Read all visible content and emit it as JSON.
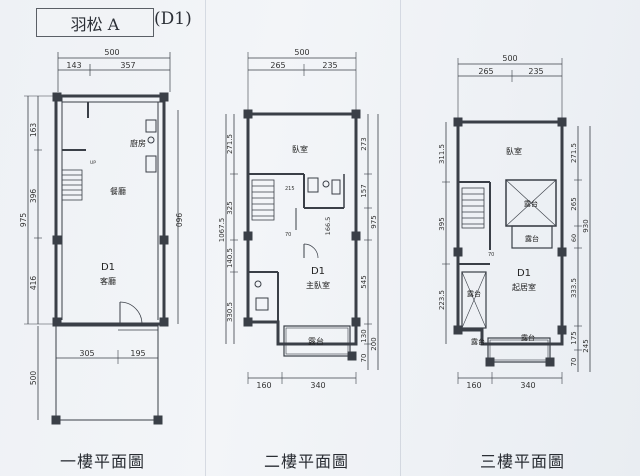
{
  "title": {
    "model": "羽松 A",
    "code": "(D1)"
  },
  "floors": [
    {
      "label": "一樓平面圖",
      "unit_tag": "D1",
      "rooms": {
        "kitchen": "廚房",
        "dining": "餐廳",
        "living": "客廳"
      },
      "dims": {
        "top_total": "500",
        "top_a": "143",
        "top_b": "357",
        "left_a": "163",
        "left_b": "396",
        "left_c": "416",
        "left_total": "975",
        "right": "960",
        "bottom_a": "305",
        "bottom_b": "195",
        "yard_left": "500"
      },
      "notes": {
        "n1": "UP"
      }
    },
    {
      "label": "二樓平面圖",
      "unit_tag": "D1",
      "rooms": {
        "bedroom": "臥室",
        "master": "主臥室",
        "balcony": "露台"
      },
      "dims": {
        "top_total": "500",
        "top_a": "265",
        "top_b": "235",
        "left_a": "271.5",
        "left_b": "325",
        "left_c": "140.5",
        "left_d": "330.5",
        "left_total": "1067.5",
        "right_a": "273",
        "right_b": "157",
        "right_c": "166.5",
        "right_d": "545",
        "right_e": "130",
        "right_f": "70",
        "right_total": "975",
        "right_g": "200",
        "bottom_a": "160",
        "bottom_b": "340",
        "stair_a": "215",
        "stair_b": "70"
      }
    },
    {
      "label": "三樓平面圖",
      "unit_tag": "D1",
      "rooms": {
        "bedroom": "臥室",
        "living": "起居室",
        "balcony": "露台"
      },
      "dims": {
        "top_total": "500",
        "top_a": "265",
        "top_b": "235",
        "left_a": "311.5",
        "left_b": "395",
        "left_c": "223.5",
        "right_a": "271.5",
        "right_b": "265",
        "right_c": "60",
        "right_d": "333.5",
        "right_e": "175",
        "right_f": "70",
        "right_total": "930",
        "right_g": "245",
        "bottom_a": "160",
        "bottom_b": "340",
        "stair_a": "70"
      }
    }
  ],
  "colors": {
    "line": "#3a3f47",
    "paper": "#eef1f5"
  }
}
